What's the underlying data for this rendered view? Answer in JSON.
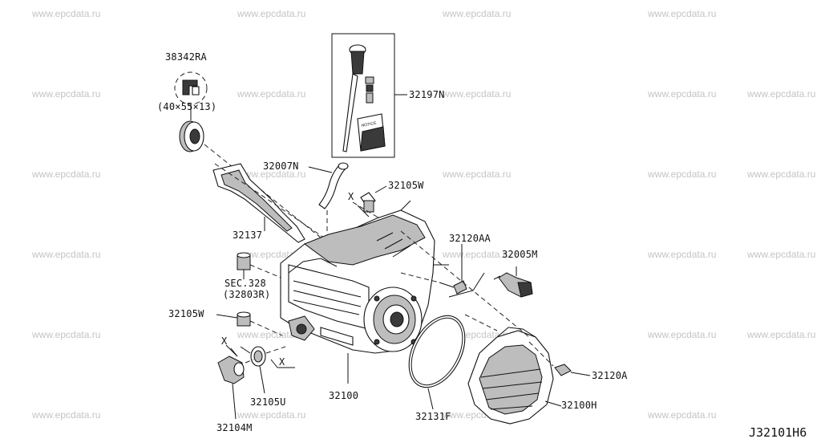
{
  "watermark_text": "www.epcdata.ru",
  "diagram_code": "J32101H6",
  "parts": {
    "p38342RA": {
      "label": "38342RA",
      "size": "(40×55×13)"
    },
    "p32197N": {
      "label": "32197N",
      "booklet_text": "NOTICE"
    },
    "p32007N": {
      "label": "32007N"
    },
    "p32105W_top": {
      "label": "32105W",
      "mark": "X"
    },
    "p32137": {
      "label": "32137"
    },
    "p32120AA": {
      "label": "32120AA"
    },
    "p32005M": {
      "label": "32005M"
    },
    "sec328": {
      "label": "SEC.328",
      "ref": "(32803R)"
    },
    "p32105W_left": {
      "label": "32105W"
    },
    "mark_x_left": {
      "label": "X"
    },
    "mark_x_right": {
      "label": "X"
    },
    "p32105U": {
      "label": "32105U"
    },
    "p32104M": {
      "label": "32104M"
    },
    "p32100": {
      "label": "32100"
    },
    "p32131F": {
      "label": "32131F"
    },
    "p32100H": {
      "label": "32100H"
    },
    "p32120A": {
      "label": "32120A"
    }
  }
}
